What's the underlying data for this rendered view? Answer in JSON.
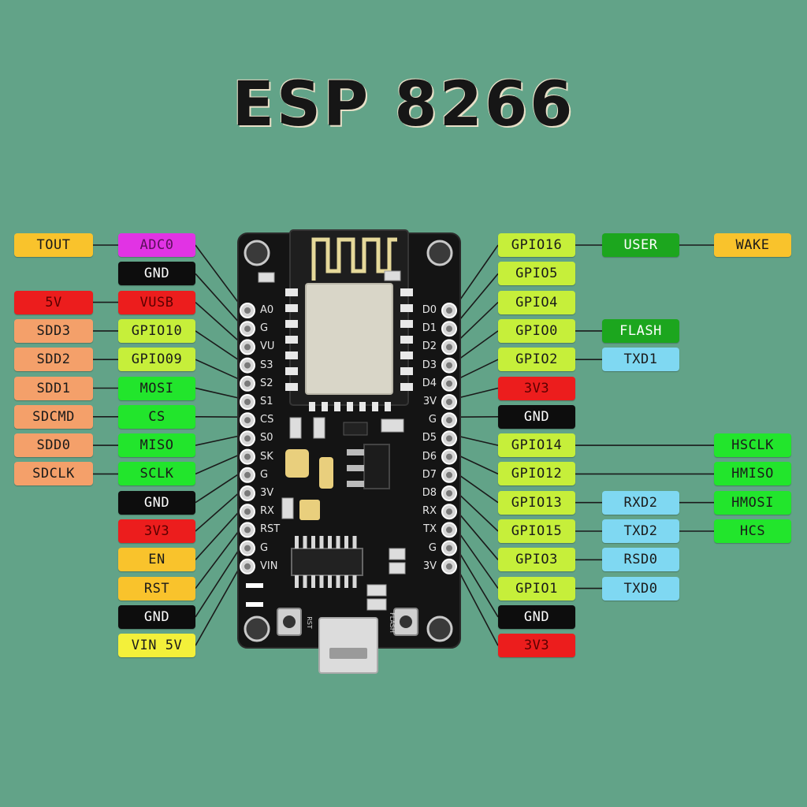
{
  "title": "ESP 8266",
  "colors": {
    "background": "#62a388",
    "board": "#141414",
    "power_red": "#ec1d1d",
    "ground_black": "#0d0d0d",
    "gpio_lime": "#c6ef3a",
    "spi_green": "#22e52c",
    "sd_orange": "#f4a06a",
    "uart_blue": "#7fd8f2",
    "control_orange": "#f9c32c",
    "adc_magenta": "#e133e4",
    "special_darkgreen": "#1ca61e",
    "vin_yellow": "#f3f03a"
  },
  "board": {
    "left_pins": [
      "A0",
      "G",
      "VU",
      "S3",
      "S2",
      "S1",
      "CS",
      "S0",
      "SK",
      "G",
      "3V",
      "RX",
      "RST",
      "G",
      "VIN"
    ],
    "right_pins": [
      "D0",
      "D1",
      "D2",
      "D3",
      "D4",
      "3V",
      "G",
      "D5",
      "D6",
      "D7",
      "D8",
      "RX",
      "TX",
      "G",
      "3V"
    ],
    "button_rst": "RST",
    "button_flash": "FLASH"
  },
  "left_labels": [
    {
      "text": "ADC0",
      "color": "#e133e4",
      "extra": [
        "TOUT"
      ],
      "extra_colors": [
        "#f9c32c"
      ]
    },
    {
      "text": "GND",
      "color": "#0d0d0d",
      "extra": [],
      "extra_colors": []
    },
    {
      "text": "VUSB",
      "color": "#ec1d1d",
      "extra": [
        "5V"
      ],
      "extra_colors": [
        "#ec1d1d"
      ]
    },
    {
      "text": "GPIO10",
      "color": "#c6ef3a",
      "extra": [
        "SDD3"
      ],
      "extra_colors": [
        "#f4a06a"
      ]
    },
    {
      "text": "GPIO09",
      "color": "#c6ef3a",
      "extra": [
        "SDD2"
      ],
      "extra_colors": [
        "#f4a06a"
      ]
    },
    {
      "text": "MOSI",
      "color": "#22e52c",
      "extra": [
        "SDD1"
      ],
      "extra_colors": [
        "#f4a06a"
      ]
    },
    {
      "text": "CS",
      "color": "#22e52c",
      "extra": [
        "SDCMD"
      ],
      "extra_colors": [
        "#f4a06a"
      ]
    },
    {
      "text": "MISO",
      "color": "#22e52c",
      "extra": [
        "SDD0"
      ],
      "extra_colors": [
        "#f4a06a"
      ]
    },
    {
      "text": "SCLK",
      "color": "#22e52c",
      "extra": [
        "SDCLK"
      ],
      "extra_colors": [
        "#f4a06a"
      ]
    },
    {
      "text": "GND",
      "color": "#0d0d0d",
      "extra": [],
      "extra_colors": []
    },
    {
      "text": "3V3",
      "color": "#ec1d1d",
      "extra": [],
      "extra_colors": []
    },
    {
      "text": "EN",
      "color": "#f9c32c",
      "extra": [],
      "extra_colors": []
    },
    {
      "text": "RST",
      "color": "#f9c32c",
      "extra": [],
      "extra_colors": []
    },
    {
      "text": "GND",
      "color": "#0d0d0d",
      "extra": [],
      "extra_colors": []
    },
    {
      "text": "VIN 5V",
      "color": "#f3f03a",
      "extra": [],
      "extra_colors": []
    }
  ],
  "right_labels": [
    {
      "text": "GPIO16",
      "color": "#c6ef3a",
      "extra": [
        "USER",
        "WAKE"
      ],
      "extra_colors": [
        "#1ca61e",
        "#f9c32c"
      ]
    },
    {
      "text": "GPIO5",
      "color": "#c6ef3a",
      "extra": [],
      "extra_colors": []
    },
    {
      "text": "GPIO4",
      "color": "#c6ef3a",
      "extra": [],
      "extra_colors": []
    },
    {
      "text": "GPIO0",
      "color": "#c6ef3a",
      "extra": [
        "FLASH"
      ],
      "extra_colors": [
        "#1ca61e"
      ]
    },
    {
      "text": "GPIO2",
      "color": "#c6ef3a",
      "extra": [
        "TXD1"
      ],
      "extra_colors": [
        "#7fd8f2"
      ]
    },
    {
      "text": "3V3",
      "color": "#ec1d1d",
      "extra": [],
      "extra_colors": []
    },
    {
      "text": "GND",
      "color": "#0d0d0d",
      "extra": [],
      "extra_colors": []
    },
    {
      "text": "GPIO14",
      "color": "#c6ef3a",
      "extra": [
        "",
        "HSCLK"
      ],
      "extra_colors": [
        "",
        "#22e52c"
      ]
    },
    {
      "text": "GPIO12",
      "color": "#c6ef3a",
      "extra": [
        "",
        "HMISO"
      ],
      "extra_colors": [
        "",
        "#22e52c"
      ]
    },
    {
      "text": "GPIO13",
      "color": "#c6ef3a",
      "extra": [
        "RXD2",
        "HMOSI"
      ],
      "extra_colors": [
        "#7fd8f2",
        "#22e52c"
      ]
    },
    {
      "text": "GPIO15",
      "color": "#c6ef3a",
      "extra": [
        "TXD2",
        "HCS"
      ],
      "extra_colors": [
        "#7fd8f2",
        "#22e52c"
      ]
    },
    {
      "text": "GPIO3",
      "color": "#c6ef3a",
      "extra": [
        "RSD0"
      ],
      "extra_colors": [
        "#7fd8f2"
      ]
    },
    {
      "text": "GPIO1",
      "color": "#c6ef3a",
      "extra": [
        "TXD0"
      ],
      "extra_colors": [
        "#7fd8f2"
      ]
    },
    {
      "text": "GND",
      "color": "#0d0d0d",
      "extra": [],
      "extra_colors": []
    },
    {
      "text": "3V3",
      "color": "#ec1d1d",
      "extra": [],
      "extra_colors": []
    }
  ]
}
